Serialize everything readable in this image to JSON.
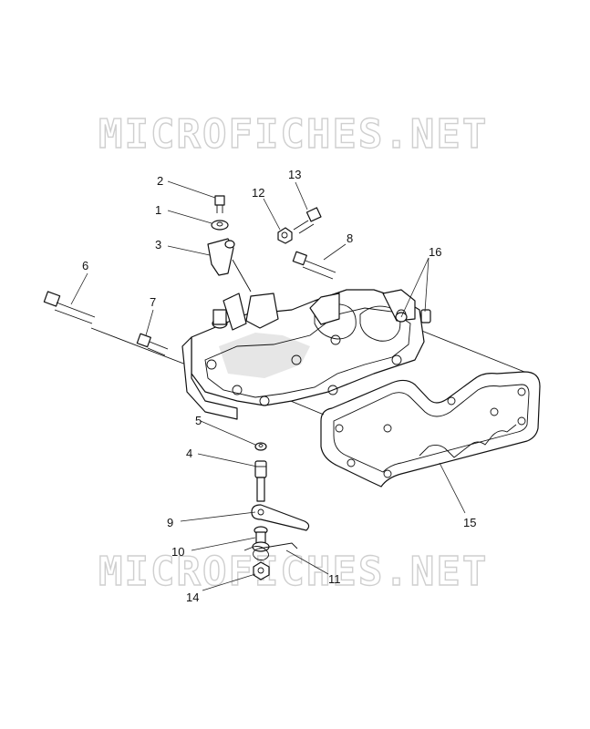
{
  "watermark": {
    "text": "MICROFICHES.NET"
  },
  "callouts": [
    {
      "id": "1",
      "label": "1"
    },
    {
      "id": "2",
      "label": "2"
    },
    {
      "id": "3",
      "label": "3"
    },
    {
      "id": "4",
      "label": "4"
    },
    {
      "id": "5",
      "label": "5"
    },
    {
      "id": "6",
      "label": "6"
    },
    {
      "id": "7",
      "label": "7"
    },
    {
      "id": "8",
      "label": "8"
    },
    {
      "id": "9",
      "label": "9"
    },
    {
      "id": "10",
      "label": "10"
    },
    {
      "id": "11",
      "label": "11"
    },
    {
      "id": "12",
      "label": "12"
    },
    {
      "id": "13",
      "label": "13"
    },
    {
      "id": "14",
      "label": "14"
    },
    {
      "id": "15",
      "label": "15"
    },
    {
      "id": "16",
      "label": "16"
    }
  ]
}
